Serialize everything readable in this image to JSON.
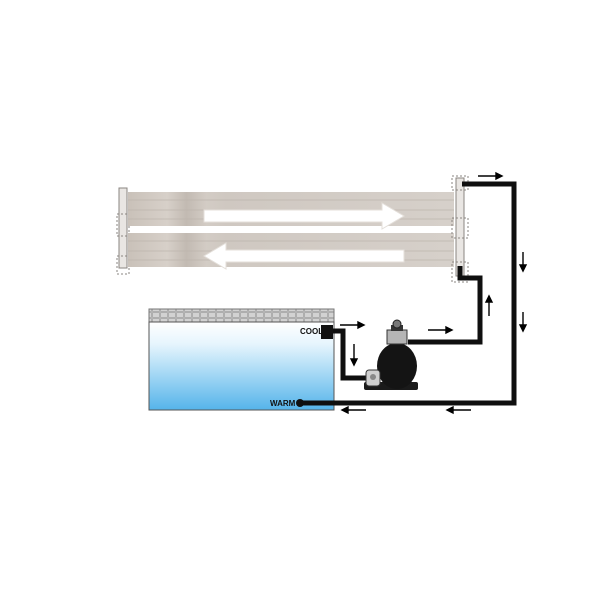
{
  "labels": {
    "cool": "COOL",
    "warm": "WARM"
  },
  "colors": {
    "panel": "#cfc8c1",
    "panel_dark": "#b9b1a9",
    "pipe": "#0f0f0f",
    "water_top": "#ffffff",
    "water_bottom": "#59b7ea",
    "tiles": "#bdbdbd",
    "arrow_fill": "#ffffff"
  },
  "icons": [
    "solar-panel",
    "flow-arrow",
    "filter-pump",
    "pool-basin"
  ]
}
